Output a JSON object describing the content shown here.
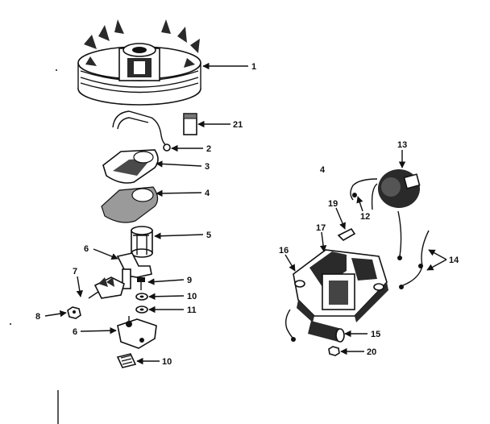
{
  "diagram": {
    "callouts": {
      "c1": "1",
      "c2": "2",
      "c3": "3",
      "c4": "4",
      "c5": "5",
      "c6a": "6",
      "c6b": "6",
      "c7": "7",
      "c8": "8",
      "c9": "9",
      "c10a": "10",
      "c10b": "10",
      "c11": "11",
      "c12": "12",
      "c13": "13",
      "c14": "14",
      "c15": "15",
      "c16": "16",
      "c17": "17",
      "c19": "19",
      "c20": "20",
      "c21": "21",
      "group": "4"
    }
  }
}
